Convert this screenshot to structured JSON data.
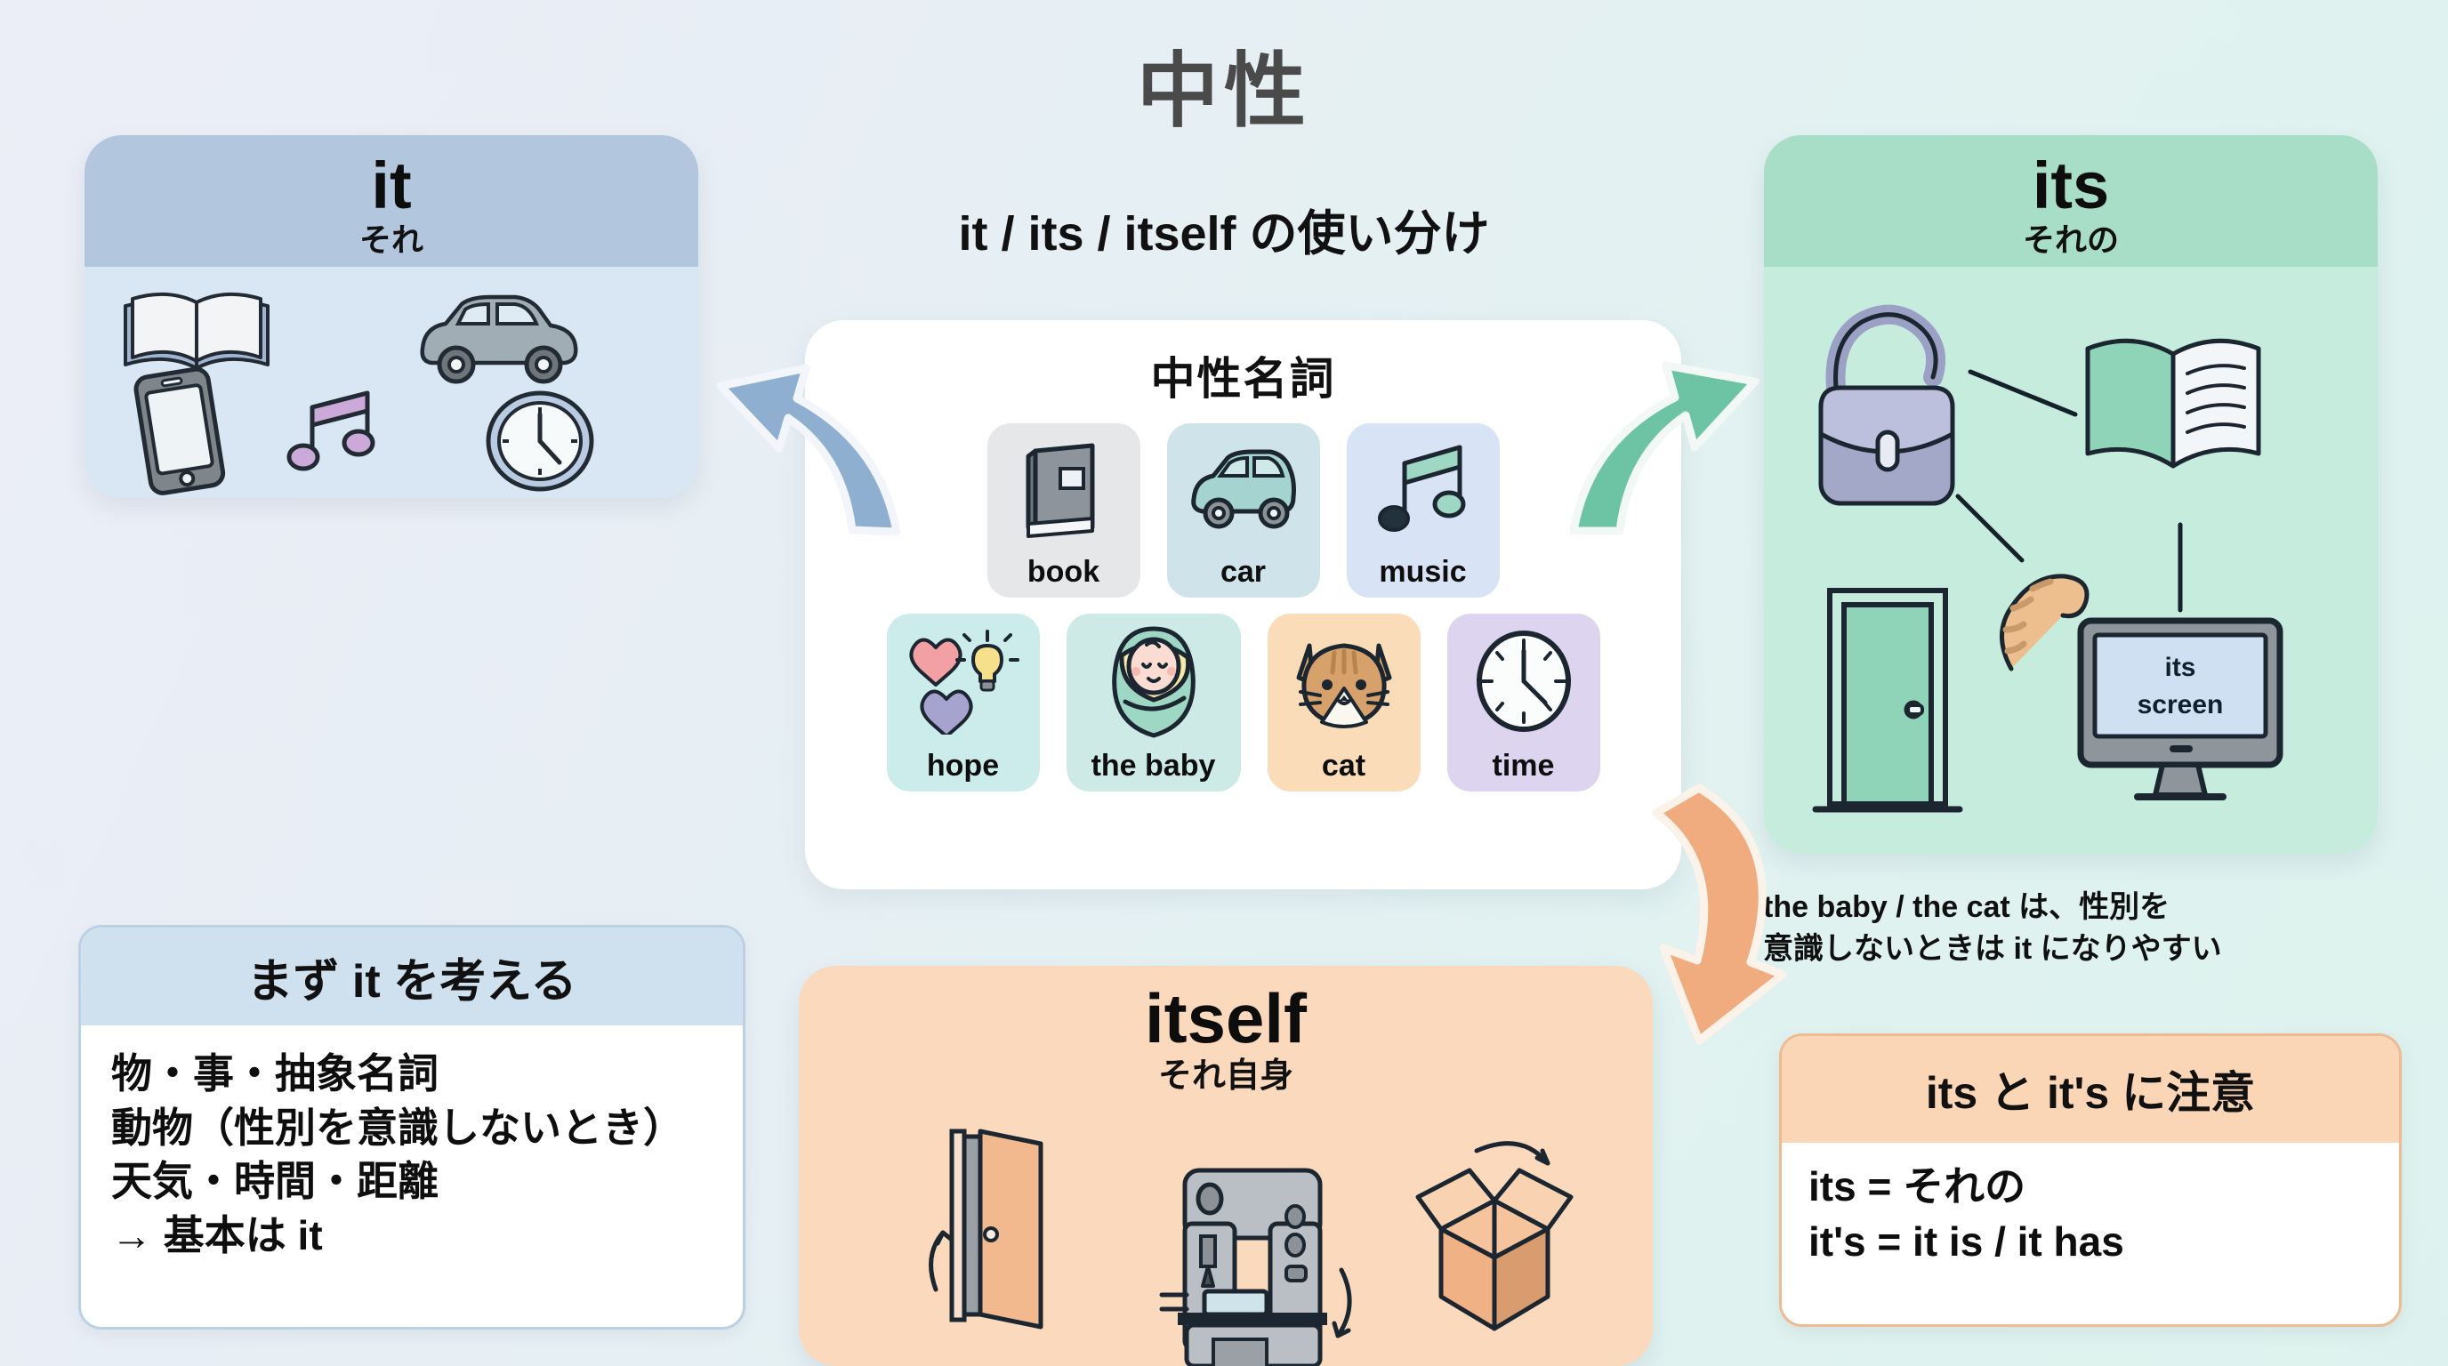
{
  "title": {
    "main": "中性",
    "sub": "it / its / itself の使い分け"
  },
  "cards": {
    "it": {
      "en": "it",
      "jp": "それ",
      "header_color": "#b2c7de",
      "body_color": "#d9e6f3"
    },
    "its": {
      "en": "its",
      "jp": "それの",
      "header_color": "#a8ddc8",
      "body_color": "#c6ecdd",
      "screen_label_line1": "its",
      "screen_label_line2": "screen"
    },
    "itself": {
      "en": "itself",
      "jp": "それ自身",
      "bg_color": "#fbd9bc"
    }
  },
  "center": {
    "title": "中性名詞",
    "row1": [
      {
        "label": "book",
        "icon": "book-icon",
        "bg": "#e6e7e9"
      },
      {
        "label": "car",
        "icon": "car-icon",
        "bg": "#cfe3ea"
      },
      {
        "label": "music",
        "icon": "music-icon",
        "bg": "#d8e4f5"
      }
    ],
    "row2": [
      {
        "label": "hope",
        "icon": "hope-icon",
        "bg": "#ccecec"
      },
      {
        "label": "the baby",
        "icon": "baby-icon",
        "bg": "#cdeae7"
      },
      {
        "label": "cat",
        "icon": "cat-icon",
        "bg": "#fadcb8"
      },
      {
        "label": "time",
        "icon": "clock-icon",
        "bg": "#ddd5ef"
      }
    ]
  },
  "left_box": {
    "heading": "まず it を考える",
    "lines": [
      "物・事・抽象名詞",
      "動物（性別を意識しないとき）",
      "天気・時間・距離",
      "→ 基本は it"
    ]
  },
  "note": {
    "line1": "the baby / the cat は、性別を",
    "line2": "意識しないときは it になりやすい"
  },
  "right_box": {
    "heading": "its と it's に注意",
    "lines": [
      "its = それの",
      "it's = it is / it has"
    ]
  },
  "arrows": {
    "left": {
      "name": "arrow-to-it",
      "color": "#8fafd0"
    },
    "right": {
      "name": "arrow-to-its",
      "color": "#6cc4a4"
    },
    "down": {
      "name": "arrow-to-itself",
      "color": "#f0ac7e"
    }
  }
}
